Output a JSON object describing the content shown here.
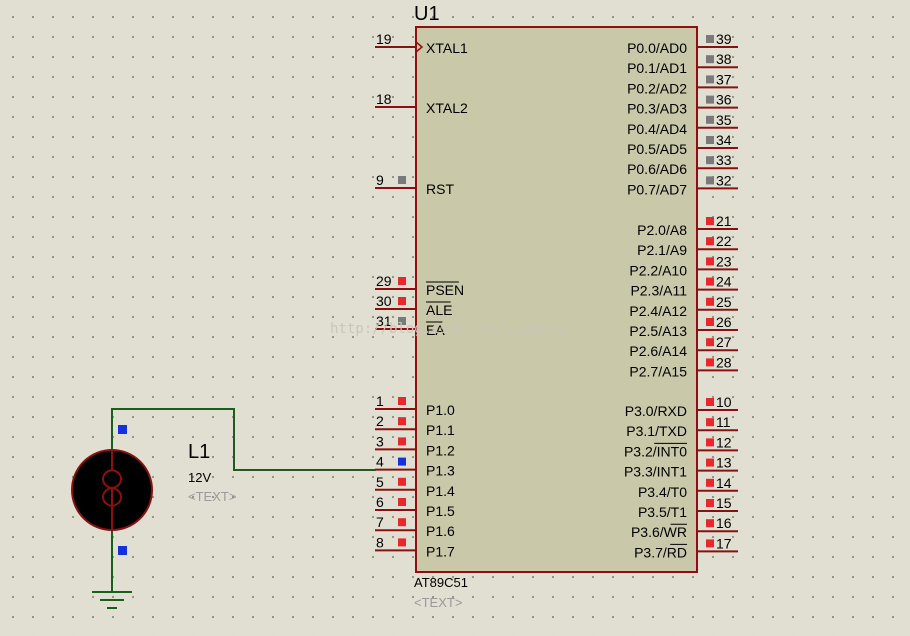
{
  "chip": {
    "ref": "U1",
    "part": "AT89C51",
    "text_placeholder": "<TEXT>",
    "colors": {
      "body": "#c9c8a8",
      "outline": "#8b1010",
      "pin": "#8b1010"
    },
    "left_pins": [
      {
        "num": "19",
        "name": "XTAL1",
        "status": "none",
        "clock": true
      },
      {
        "num": "18",
        "name": "XTAL2",
        "status": "none"
      },
      {
        "num": "9",
        "name": "RST",
        "status": "gray"
      },
      {
        "num": "29",
        "name": "PSEN",
        "status": "red",
        "overline": true
      },
      {
        "num": "30",
        "name": "ALE",
        "status": "red",
        "overline": true
      },
      {
        "num": "31",
        "name": "EA",
        "status": "gray",
        "overline": true
      },
      {
        "num": "1",
        "name": "P1.0",
        "status": "red"
      },
      {
        "num": "2",
        "name": "P1.1",
        "status": "red"
      },
      {
        "num": "3",
        "name": "P1.2",
        "status": "red"
      },
      {
        "num": "4",
        "name": "P1.3",
        "status": "blue"
      },
      {
        "num": "5",
        "name": "P1.4",
        "status": "red"
      },
      {
        "num": "6",
        "name": "P1.5",
        "status": "red"
      },
      {
        "num": "7",
        "name": "P1.6",
        "status": "red"
      },
      {
        "num": "8",
        "name": "P1.7",
        "status": "red"
      }
    ],
    "right_pins": [
      {
        "num": "39",
        "name": "P0.0/AD0",
        "status": "gray"
      },
      {
        "num": "38",
        "name": "P0.1/AD1",
        "status": "gray"
      },
      {
        "num": "37",
        "name": "P0.2/AD2",
        "status": "gray"
      },
      {
        "num": "36",
        "name": "P0.3/AD3",
        "status": "gray"
      },
      {
        "num": "35",
        "name": "P0.4/AD4",
        "status": "gray"
      },
      {
        "num": "34",
        "name": "P0.5/AD5",
        "status": "gray"
      },
      {
        "num": "33",
        "name": "P0.6/AD6",
        "status": "gray"
      },
      {
        "num": "32",
        "name": "P0.7/AD7",
        "status": "gray"
      },
      {
        "num": "21",
        "name": "P2.0/A8",
        "status": "red"
      },
      {
        "num": "22",
        "name": "P2.1/A9",
        "status": "red"
      },
      {
        "num": "23",
        "name": "P2.2/A10",
        "status": "red"
      },
      {
        "num": "24",
        "name": "P2.3/A11",
        "status": "red"
      },
      {
        "num": "25",
        "name": "P2.4/A12",
        "status": "red"
      },
      {
        "num": "26",
        "name": "P2.5/A13",
        "status": "red"
      },
      {
        "num": "27",
        "name": "P2.6/A14",
        "status": "red"
      },
      {
        "num": "28",
        "name": "P2.7/A15",
        "status": "red"
      },
      {
        "num": "10",
        "name": "P3.0/RXD",
        "status": "red"
      },
      {
        "num": "11",
        "name": "P3.1/TXD",
        "status": "red"
      },
      {
        "num": "12",
        "name": "P3.2/",
        "suffix": "INT0",
        "status": "red"
      },
      {
        "num": "13",
        "name": "P3.3/INT1",
        "status": "red"
      },
      {
        "num": "14",
        "name": "P3.4/T0",
        "status": "red"
      },
      {
        "num": "15",
        "name": "P3.5/T1",
        "status": "red"
      },
      {
        "num": "16",
        "name": "P3.6/",
        "suffix": "WR",
        "status": "red"
      },
      {
        "num": "17",
        "name": "P3.7/RD",
        "status": "red",
        "overline": true
      }
    ]
  },
  "lamp": {
    "ref": "L1",
    "value": "12V",
    "text_placeholder": "<TEXT>",
    "colors": {
      "body": "#000000",
      "outline": "#8b1010"
    }
  },
  "wire_color": "#1d5c1d",
  "state_colors": {
    "red": "#e8282c",
    "blue": "#1530e0",
    "gray": "#7a7a7a"
  },
  "watermark": "http://blog.csdn.net/sipenoo"
}
